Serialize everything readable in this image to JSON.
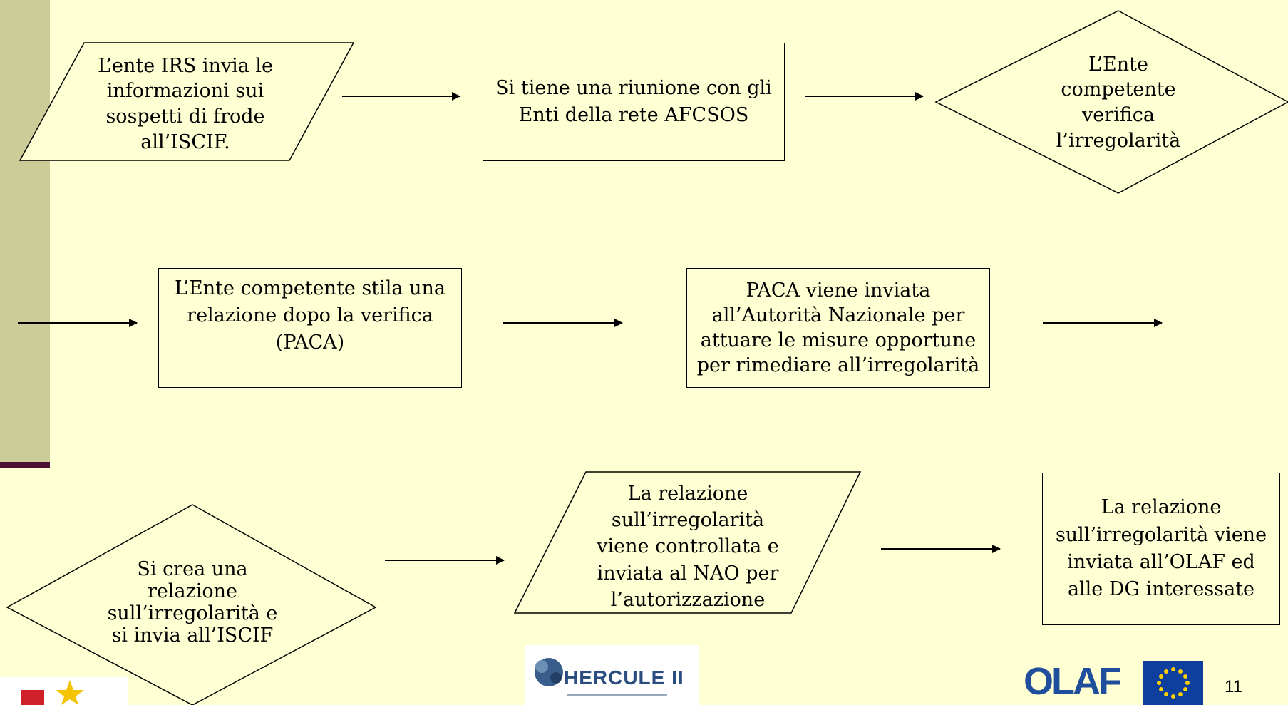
{
  "steps": {
    "irs_sends": "L’ente IRS invia le informazioni sui sospetti di frode all’ISCIF.",
    "meeting": "Si tiene una riunione con gli Enti della rete AFCSOS",
    "verify": "L’Ente competente verifica l’irregolarità",
    "paca_report": "L’Ente competente stila una relazione dopo la verifica (PACA)",
    "paca_sent": "PACA viene inviata all’Autorità Nazionale per attuare le misure opportune per rimediare all’irregolarità",
    "create_report": "Si crea una relazione sull’irregolarità e si invia all’ISCIF",
    "report_checked": "La relazione sull’irregolarità viene controllata e inviata al NAO per l’autorizzazione",
    "report_sent_olaf": "La relazione sull’irregolarità viene inviata all’OLAF ed alle DG interessate"
  },
  "logos": {
    "hercule": "HERCULE II",
    "olaf": "OLAF"
  },
  "page_number": "11",
  "colors": {
    "background": "#FFFFD4",
    "sidebar": "#CCCC99",
    "sidebar_stripe": "#4A1034",
    "olaf_blue": "#1F4E9C",
    "eu_flag": "#0F3F9E",
    "eu_stars": "#FFD200"
  }
}
